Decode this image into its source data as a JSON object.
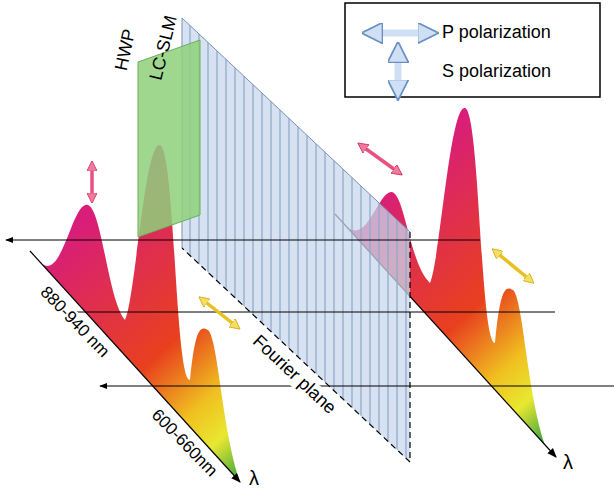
{
  "diagram": {
    "labels": [
      "HWP",
      "LC-SLM",
      "880-940 nm",
      "600-660nm",
      "λ",
      "Fourier plane",
      "λ"
    ],
    "legend": [
      {
        "text": "P polarization"
      },
      {
        "text": "S polarization"
      }
    ]
  }
}
